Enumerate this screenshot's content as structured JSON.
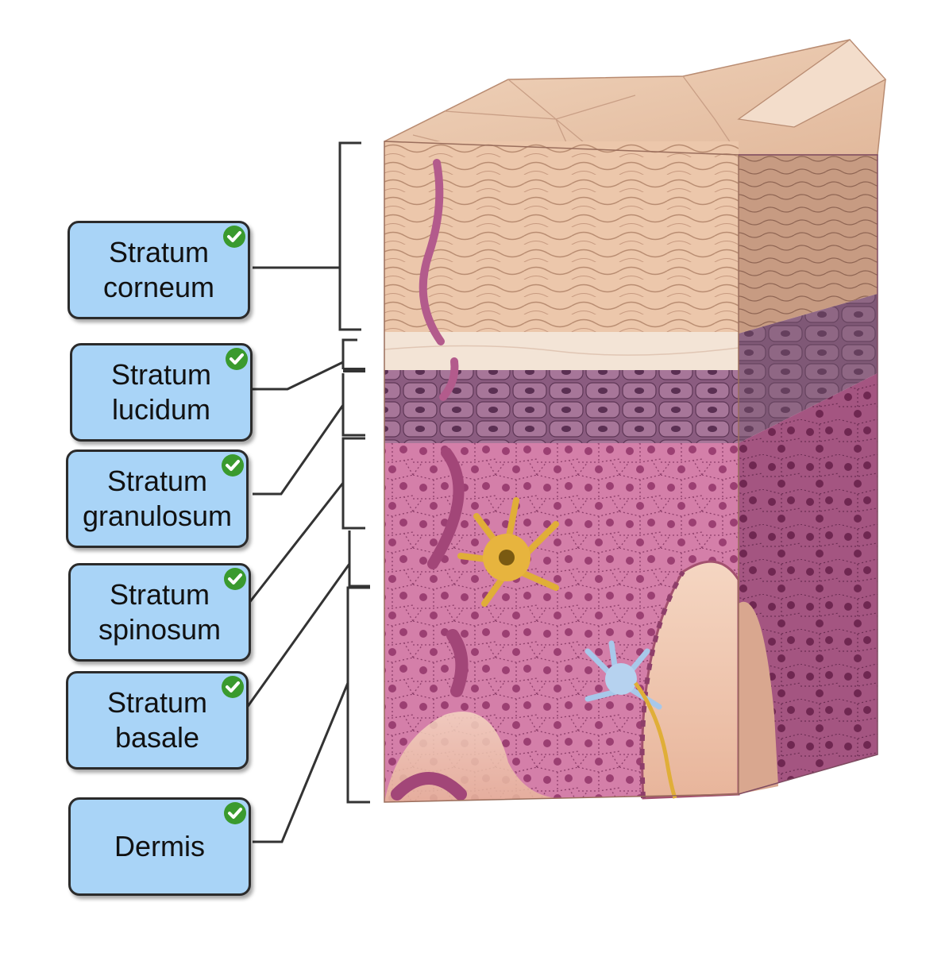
{
  "labels": [
    {
      "text": "Stratum\ncorneum",
      "correct": true
    },
    {
      "text": "Stratum\nlucidum",
      "correct": true
    },
    {
      "text": "Stratum\ngranulosum",
      "correct": true
    },
    {
      "text": "Stratum\nspinosum",
      "correct": true
    },
    {
      "text": "Stratum\nbasale",
      "correct": true
    },
    {
      "text": "Dermis",
      "correct": true
    }
  ],
  "colors": {
    "label_fill": "#a9d4f7",
    "check_green": "#3a9a2e",
    "corneum": "#e8c4a8",
    "lucidum": "#f3e3d3",
    "granulosum": "#8a5a7d",
    "spinosum": "#d58bb0",
    "basale": "#b35c8c",
    "dermis": "#efc9b2",
    "melanocyte": "#e0b03a",
    "langerhans": "#a8c8ea"
  }
}
